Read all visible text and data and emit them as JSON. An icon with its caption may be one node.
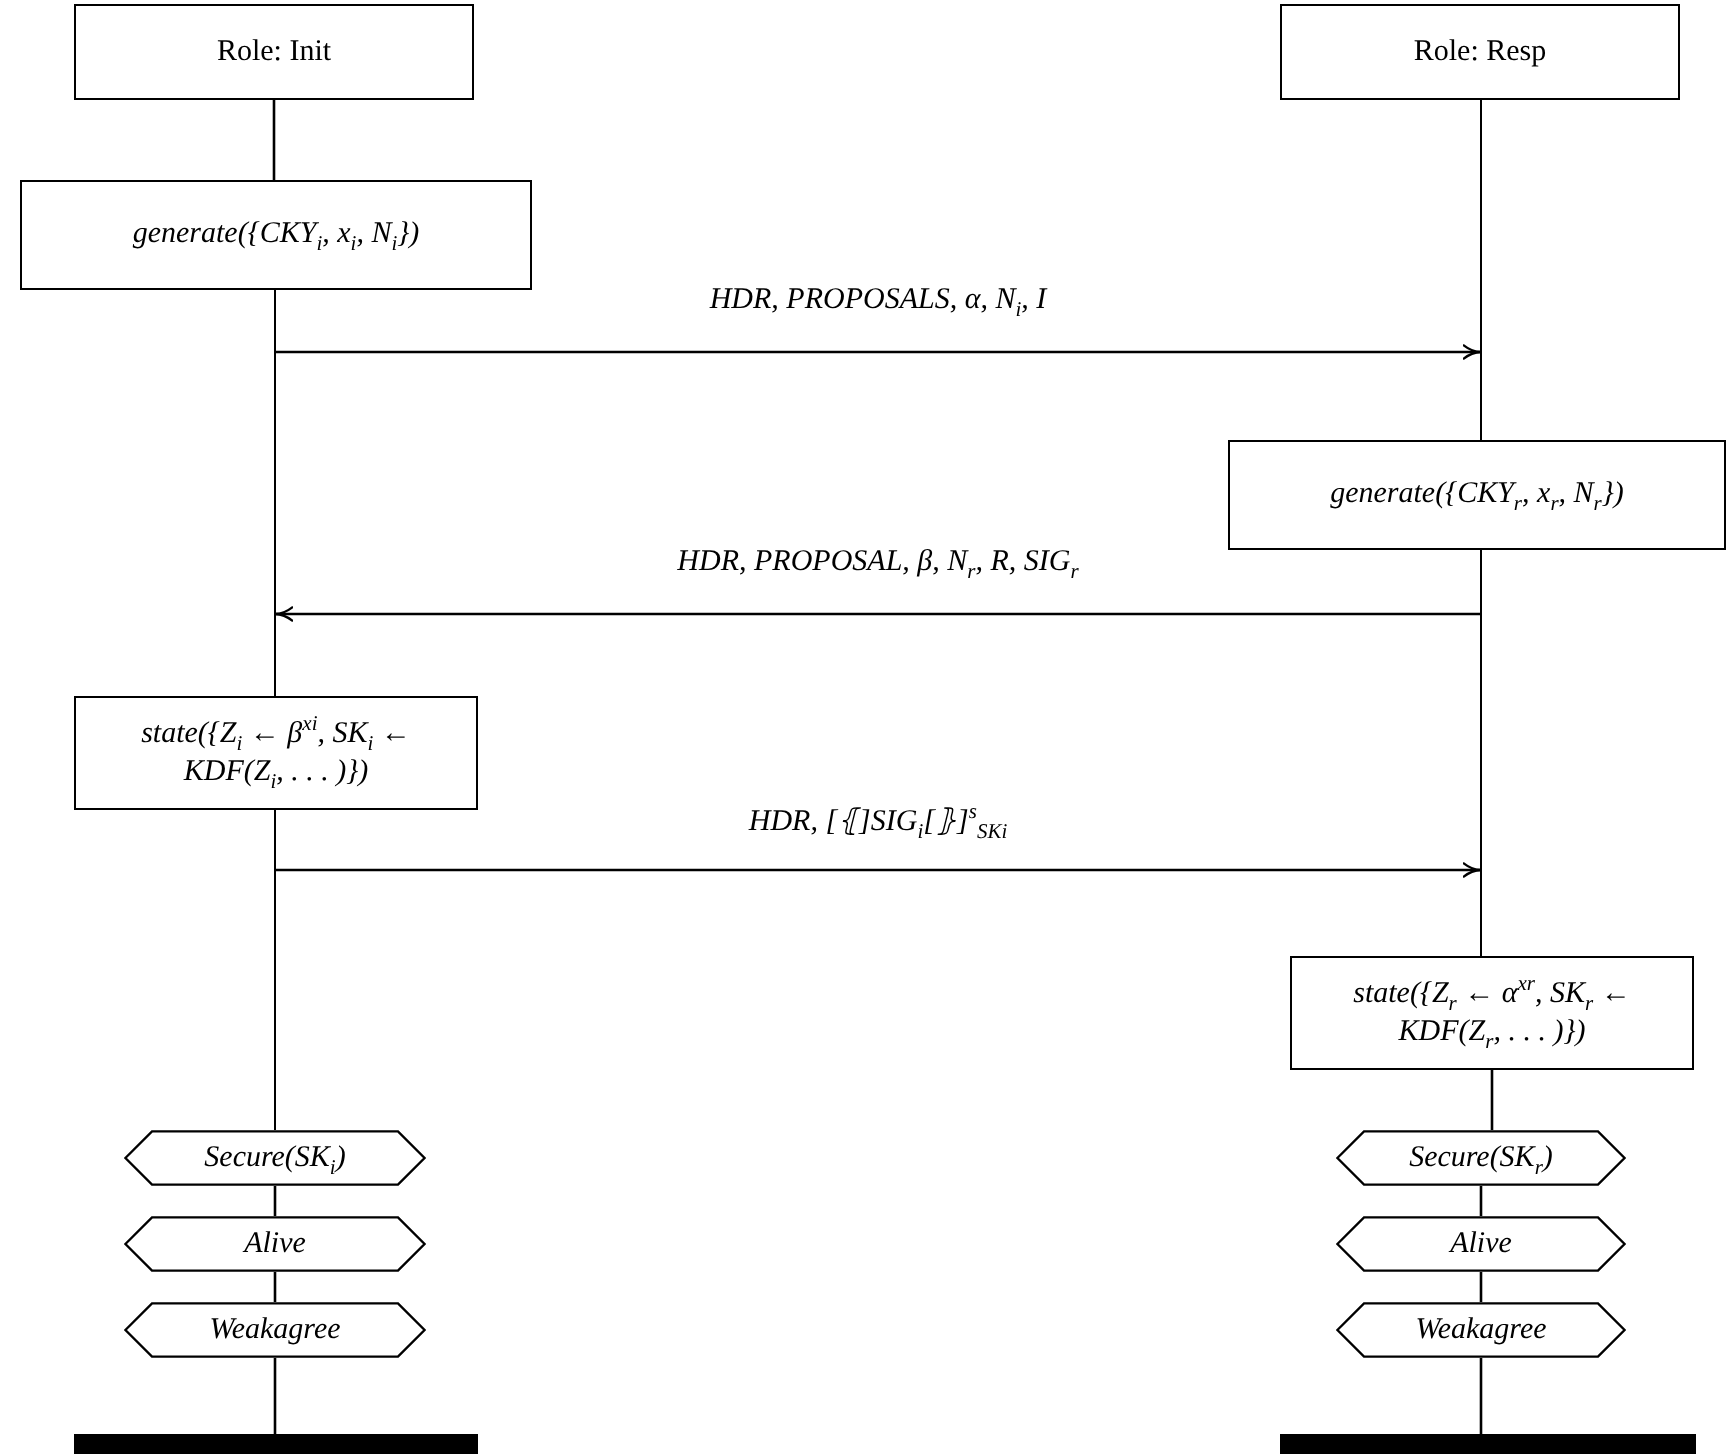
{
  "diagram": {
    "nodes": [
      {
        "text": [
          "Role: Init"
        ]
      },
      {
        "text": [
          "Role: Resp"
        ]
      },
      {
        "text": [
          "generate({CKY$_{i}$, x$_{i}$, N$_{i}$})"
        ]
      },
      {
        "text": [],
        "shape": "line"
      },
      {
        "text": [],
        "shape": "line"
      },
      {
        "text": [
          "generate({CKY$_{r}$, x$_{r}$, N$_{r}$})"
        ]
      },
      {
        "text": [],
        "shape": "line"
      },
      {
        "text": [
          "state({Z$_{i}$ ← β$^{xi}$, SK$_{i}$ ← KDF(Z$_{i}$, . . . )})"
        ]
      },
      {
        "text": [],
        "shape": "line"
      },
      {
        "text": [
          "state({Z$_{r}$ ← α$^{xr}$, SK$_{r}$ ← KDF(Z$_{r}$, . . . )})"
        ]
      },
      {
        "text": [
          "Secure(SK$_{i}$)"
        ]
      },
      {
        "text": [
          "Secure(SK$_{r}$)"
        ]
      },
      {
        "text": [
          "Alive"
        ]
      },
      {
        "text": [
          "Alive"
        ]
      },
      {
        "text": [
          "Weakagree"
        ]
      },
      {
        "text": [
          "Weakagree"
        ]
      },
      {
        "text": [],
        "shape": "bar"
      },
      {
        "text": [],
        "shape": "bar"
      }
    ],
    "edges": [
      {
        "from": 3,
        "to": 4,
        "arrow": "to",
        "label": "HDR, PROPOSALS, α, N$_{i}$, I"
      },
      {
        "from": 6,
        "to": 3,
        "arrow": "to",
        "label": "HDR, PROPOSAL, β, N$_{r}$, R, SIG$_{r}$"
      },
      {
        "from": 8,
        "to": 6,
        "arrow": "to",
        "label": "HDR, [⦃]SIG$_{i}$[⦄]$^{s}$$_{SKi}$"
      },
      {
        "from": 0,
        "to": 2,
        "arrow": "none"
      },
      {
        "from": 9,
        "to": 11,
        "arrow": "none"
      },
      {
        "from": 10,
        "to": 12,
        "arrow": "none"
      },
      {
        "from": 12,
        "to": 14,
        "arrow": "none"
      },
      {
        "from": 14,
        "to": 16,
        "arrow": "none"
      },
      {
        "from": 11,
        "to": 13,
        "arrow": "none"
      },
      {
        "from": 13,
        "to": 15,
        "arrow": "none"
      },
      {
        "from": 15,
        "to": 17,
        "arrow": "none"
      }
    ]
  }
}
